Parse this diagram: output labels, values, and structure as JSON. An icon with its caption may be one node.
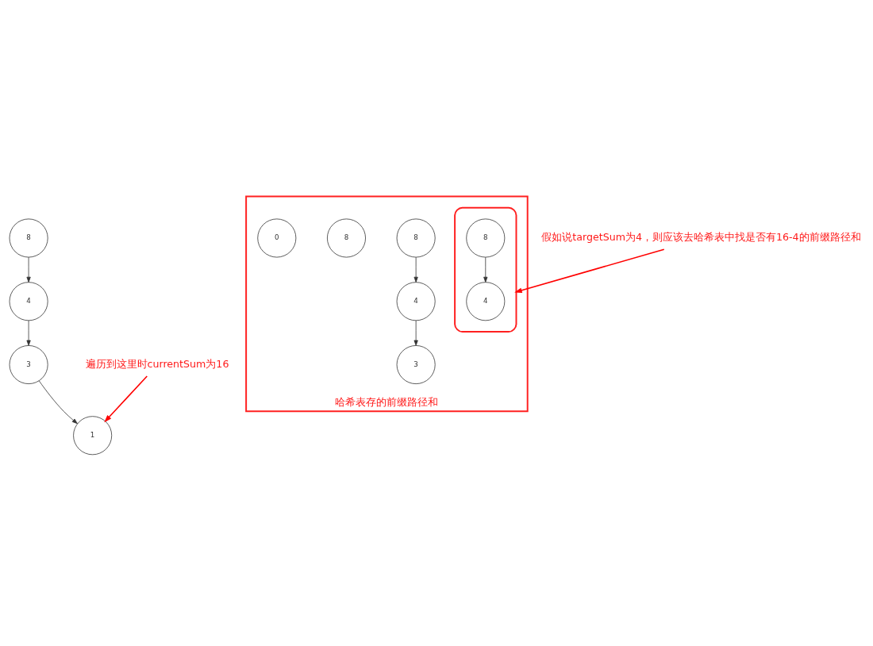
{
  "diagram": {
    "nodes": [
      {
        "text": [
          "8"
        ]
      },
      {
        "text": [
          "4"
        ]
      },
      {
        "text": [
          "3"
        ]
      },
      {
        "text": [
          "1"
        ]
      },
      {
        "text": [
          "哈希表存的前缀路径和"
        ]
      },
      {
        "text": [
          "0"
        ],
        "in": 4
      },
      {
        "text": [
          "8"
        ],
        "in": 4
      },
      {
        "text": [],
        "shape": "box",
        "in": 4
      },
      {
        "text": [
          "8"
        ],
        "in": 7
      },
      {
        "text": [
          "4"
        ],
        "in": 7
      },
      {
        "text": [
          "8"
        ],
        "in": 4
      },
      {
        "text": [
          "4"
        ],
        "in": 4
      },
      {
        "text": [
          "3"
        ],
        "in": 4
      },
      {
        "text": [
          "遍历到这里时currentSum为16"
        ]
      },
      {
        "text": [
          "假如说targetSum为4，则应该去哈希表中找是否有16-4的前缀路径和"
        ]
      }
    ],
    "edges": [
      {
        "from": 0,
        "to": 1,
        "arrow": "to"
      },
      {
        "from": 1,
        "to": 2,
        "arrow": "to"
      },
      {
        "from": 2,
        "to": 3,
        "arrow": "to"
      },
      {
        "from": 8,
        "to": 9,
        "arrow": "to"
      },
      {
        "from": 10,
        "to": 11,
        "arrow": "to"
      },
      {
        "from": 11,
        "to": 12,
        "arrow": "to"
      },
      {
        "from": 13,
        "to": 3,
        "arrow": "to",
        "color": "#ff0000"
      },
      {
        "from": 14,
        "to": 7,
        "arrow": "to",
        "color": "#ff0000"
      }
    ]
  }
}
